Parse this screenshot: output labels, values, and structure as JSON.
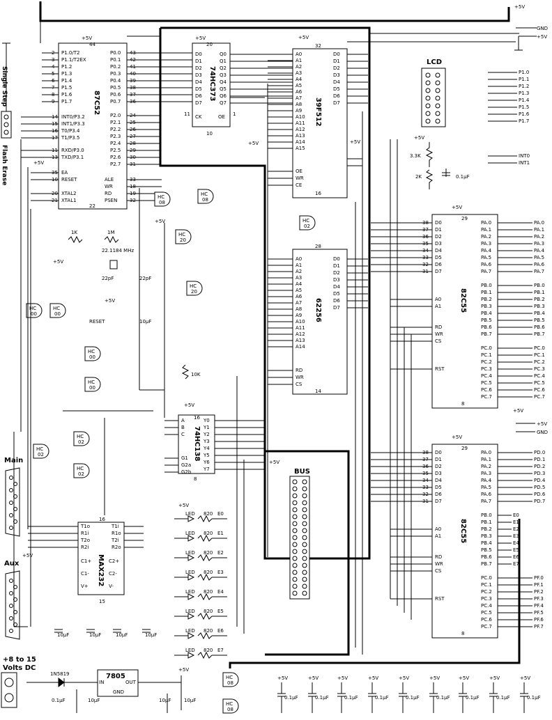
{
  "power": {
    "vcc": "+5V",
    "gnd": "GND",
    "input_label_1": "+8 to 15",
    "input_label_2": "Volts DC"
  },
  "mcu": {
    "name": "87C52",
    "vcc_pin": "44",
    "gnd_pin": "22",
    "port1": [
      "P1.0/T2",
      "P1.1/T2EX",
      "P1.2",
      "P1.3",
      "P1.4",
      "P1.5",
      "P1.6",
      "P1.7"
    ],
    "port1_pins": [
      "2",
      "3",
      "4",
      "5",
      "6",
      "7",
      "8",
      "9"
    ],
    "port0": [
      "P0.0",
      "P0.1",
      "P0.2",
      "P0.3",
      "P0.4",
      "P0.5",
      "P0.6",
      "P0.7"
    ],
    "port0_pins": [
      "43",
      "42",
      "41",
      "40",
      "39",
      "38",
      "37",
      "36"
    ],
    "port3": [
      "INT0/P3.2",
      "INT1/P3.3",
      "T0/P3.4",
      "T1/P3.5",
      "RXD/P3.0",
      "TXD/P3.1"
    ],
    "port3_pins": [
      "14",
      "15",
      "16",
      "17",
      "11",
      "13"
    ],
    "port2": [
      "P2.0",
      "P2.1",
      "P2.2",
      "P2.3",
      "P2.4",
      "P2.5",
      "P2.6",
      "P2.7"
    ],
    "port2_pins": [
      "24",
      "25",
      "26",
      "27",
      "28",
      "29",
      "30",
      "31"
    ],
    "ctrl_left": [
      "EA",
      "RESET",
      "XTAL2",
      "XTAL1"
    ],
    "ctrl_left_pins": [
      "35",
      "10",
      "20",
      "21"
    ],
    "ctrl_right": [
      "ALE",
      "WR",
      "RD",
      "PSEN"
    ],
    "ctrl_right_pins": [
      "33",
      "18",
      "19",
      "32"
    ]
  },
  "latch": {
    "name": "74HC373",
    "vcc_pin": "20",
    "gnd_pin": "10",
    "d": [
      "D0",
      "D1",
      "D2",
      "D3",
      "D4",
      "D5",
      "D6",
      "D7"
    ],
    "q": [
      "Q0",
      "Q1",
      "Q2",
      "Q3",
      "Q4",
      "Q5",
      "Q6",
      "Q7"
    ],
    "clk": "CK",
    "oe": "OE",
    "clk_pin": "11",
    "oe_pin": "1"
  },
  "flash": {
    "name": "39F512",
    "vcc_pin": "32",
    "gnd_pin": "16",
    "addr": [
      "A0",
      "A1",
      "A2",
      "A3",
      "A4",
      "A5",
      "A6",
      "A7",
      "A8",
      "A9",
      "A10",
      "A11",
      "A12",
      "A13",
      "A14",
      "A15"
    ],
    "data": [
      "D0",
      "D1",
      "D2",
      "D3",
      "D4",
      "D5",
      "D6",
      "D7"
    ],
    "ctrl": [
      "OE",
      "WR",
      "CE"
    ]
  },
  "sram": {
    "name": "62256",
    "vcc_pin": "28",
    "gnd_pin": "14",
    "addr": [
      "A0",
      "A1",
      "A2",
      "A3",
      "A4",
      "A5",
      "A6",
      "A7",
      "A8",
      "A9",
      "A10",
      "A11",
      "A12",
      "A13",
      "A14"
    ],
    "data": [
      "D0",
      "D1",
      "D2",
      "D3",
      "D4",
      "D5",
      "D6",
      "D7"
    ],
    "ctrl": [
      "RD",
      "WR",
      "CS"
    ]
  },
  "ppi1": {
    "name": "82C55",
    "vcc_pin": "29",
    "gnd_pin": "8",
    "data_pins": [
      "38",
      "37",
      "36",
      "35",
      "34",
      "33",
      "32",
      "31"
    ],
    "data": [
      "D0",
      "D1",
      "D2",
      "D3",
      "D4",
      "D5",
      "D6",
      "D7"
    ],
    "pa": [
      "PA.0",
      "PA.1",
      "PA.2",
      "PA.3",
      "PA.4",
      "PA.5",
      "PA.6",
      "PA.7"
    ],
    "pb": [
      "PB.0",
      "PB.1",
      "PB.2",
      "PB.3",
      "PB.4",
      "PB.5",
      "PB.6",
      "PB.7"
    ],
    "pc": [
      "PC.0",
      "PC.1",
      "PC.2",
      "PC.3",
      "PC.4",
      "PC.5",
      "PC.6",
      "PC.7"
    ],
    "ctrl": [
      "A0",
      "A1",
      "RD",
      "WR",
      "CS",
      "RST"
    ]
  },
  "ppi2": {
    "name": "82C55",
    "vcc_pin": "29",
    "gnd_pin": "8",
    "pa": [
      "PD.0",
      "PD.1",
      "PD.2",
      "PD.3",
      "PD.4",
      "PD.5",
      "PD.6",
      "PD.7"
    ],
    "pb": [
      "E0",
      "E1",
      "E2",
      "E3",
      "E4",
      "E5",
      "E6",
      "E7"
    ],
    "pc": [
      "PF.0",
      "PF.1",
      "PF.2",
      "PF.3",
      "PF.4",
      "PF.5",
      "PF.6",
      "PF.7"
    ]
  },
  "decoder": {
    "name": "74HC138",
    "vcc_pin": "16",
    "gnd_pin": "8",
    "inputs": [
      "A",
      "B",
      "C",
      "G1",
      "G2a",
      "G2b"
    ],
    "outputs": [
      "Y0",
      "Y1",
      "Y2",
      "Y3",
      "Y4",
      "Y5",
      "Y6",
      "Y7"
    ]
  },
  "rs232": {
    "name": "MAX232",
    "vcc_pin": "16",
    "gnd_pin": "15",
    "pins_left": [
      "T1o",
      "R1i",
      "T2o",
      "R2i"
    ],
    "pins_right": [
      "T1i",
      "R1o",
      "T2i",
      "R2o"
    ],
    "caps": [
      "C1+",
      "C1-",
      "V+",
      "C2+",
      "C2-",
      "V-"
    ]
  },
  "connectors": {
    "lcd": "LCD",
    "bus": "BUS",
    "main": "Main",
    "aux": "Aux",
    "single_step": "Single Step",
    "flash_erase": "Flash Erase"
  },
  "lcd_lines": [
    "P1.0",
    "P1.1",
    "P1.2",
    "P1.3",
    "P1.4",
    "P1.5",
    "P1.6",
    "P1.7"
  ],
  "interrupts": [
    "INT0",
    "INT1"
  ],
  "ppi_power": [
    "+5V",
    "GND"
  ],
  "components": {
    "crystal": "22.1184 MHz",
    "xtal_caps": "22pF",
    "r1": "1K",
    "r2": "1M",
    "r3": "10K",
    "r4": "3.3K",
    "pot": "2K",
    "lcd_cap": "0.1µF",
    "reset_label": "RESET",
    "reset_cap": "10µF",
    "led_label": "LED",
    "led_r": "820",
    "max_caps": "10µF",
    "regulator": "7805",
    "reg_in": "IN",
    "reg_out": "OUT",
    "reg_gnd": "GND",
    "diode": "1N5819",
    "reg_cin": "0.1µF",
    "reg_cbulk": "10µF",
    "bypass": "0.1µF"
  },
  "gates": {
    "hc00": "HC 00",
    "hc02": "HC 02",
    "hc08": "HC 08",
    "hc20": "HC 20"
  },
  "colors": {
    "line": "#000000",
    "background": "#ffffff"
  }
}
